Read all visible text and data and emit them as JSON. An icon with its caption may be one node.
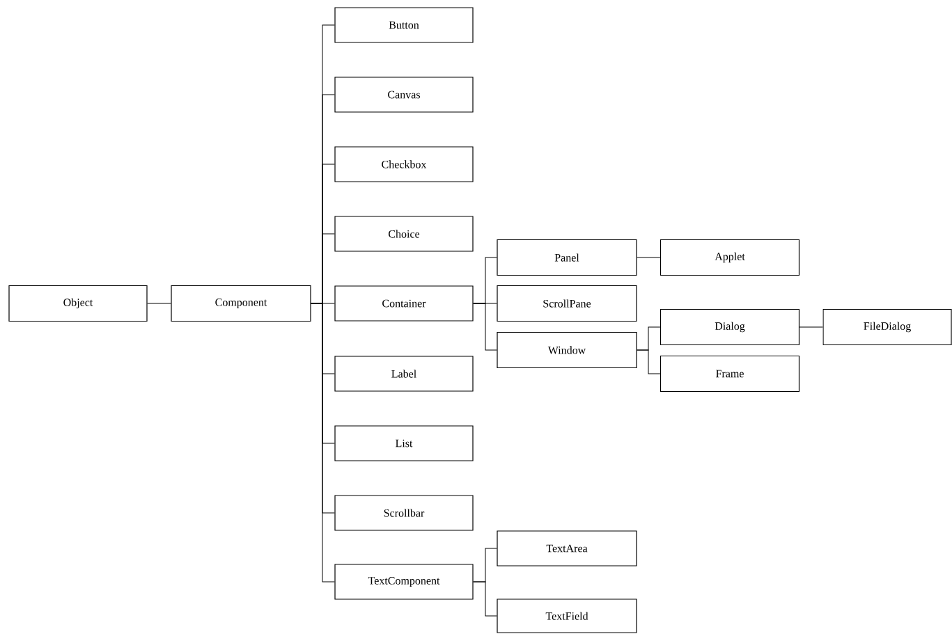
{
  "diagram": {
    "nodes": [
      {
        "text": [
          "Object"
        ]
      },
      {
        "text": [
          "Component"
        ]
      },
      {
        "text": [
          "Button"
        ]
      },
      {
        "text": [
          "Canvas"
        ]
      },
      {
        "text": [
          "Checkbox"
        ]
      },
      {
        "text": [
          "Choice"
        ]
      },
      {
        "text": [
          "Container"
        ]
      },
      {
        "text": [
          "Label"
        ]
      },
      {
        "text": [
          "List"
        ]
      },
      {
        "text": [
          "Scrollbar"
        ]
      },
      {
        "text": [
          "TextComponent"
        ]
      },
      {
        "text": [
          "Panel"
        ]
      },
      {
        "text": [
          "ScrollPane"
        ]
      },
      {
        "text": [
          "Window"
        ]
      },
      {
        "text": [
          "Applet"
        ]
      },
      {
        "text": [
          "Dialog"
        ]
      },
      {
        "text": [
          "Frame"
        ]
      },
      {
        "text": [
          "FileDialog"
        ]
      },
      {
        "text": [
          "TextArea"
        ]
      },
      {
        "text": [
          "TextField"
        ]
      }
    ],
    "edges": [
      {
        "from": 0,
        "to": 1,
        "arrow": "none"
      },
      {
        "from": 1,
        "to": 2,
        "arrow": "none"
      },
      {
        "from": 1,
        "to": 3,
        "arrow": "none"
      },
      {
        "from": 1,
        "to": 4,
        "arrow": "none"
      },
      {
        "from": 1,
        "to": 5,
        "arrow": "none"
      },
      {
        "from": 1,
        "to": 6,
        "arrow": "none"
      },
      {
        "from": 1,
        "to": 7,
        "arrow": "none"
      },
      {
        "from": 1,
        "to": 8,
        "arrow": "none"
      },
      {
        "from": 1,
        "to": 9,
        "arrow": "none"
      },
      {
        "from": 1,
        "to": 10,
        "arrow": "none"
      },
      {
        "from": 6,
        "to": 11,
        "arrow": "none"
      },
      {
        "from": 6,
        "to": 12,
        "arrow": "none"
      },
      {
        "from": 6,
        "to": 13,
        "arrow": "none"
      },
      {
        "from": 11,
        "to": 14,
        "arrow": "none"
      },
      {
        "from": 13,
        "to": 15,
        "arrow": "none"
      },
      {
        "from": 13,
        "to": 16,
        "arrow": "none"
      },
      {
        "from": 15,
        "to": 17,
        "arrow": "none"
      },
      {
        "from": 10,
        "to": 18,
        "arrow": "none"
      },
      {
        "from": 10,
        "to": 19,
        "arrow": "none"
      }
    ]
  }
}
